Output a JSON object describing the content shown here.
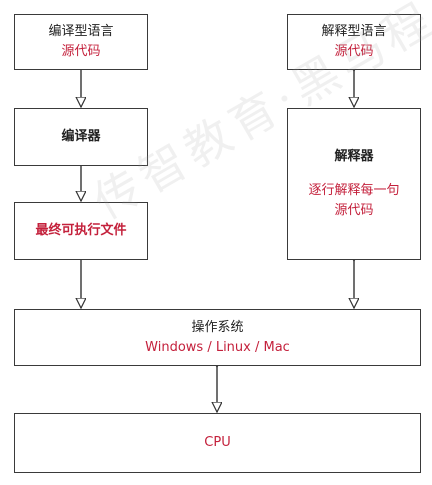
{
  "compiled_language": {
    "title": "编译型语言",
    "sub": "源代码"
  },
  "compiler": {
    "title": "编译器"
  },
  "executable": {
    "title": "最终可执行文件"
  },
  "interpreted_language": {
    "title": "解释型语言",
    "sub": "源代码"
  },
  "interpreter": {
    "title": "解释器",
    "line1": "逐行解释每一句",
    "line2": "源代码"
  },
  "operating_system": {
    "title": "操作系统",
    "platforms": "Windows / Linux / Mac"
  },
  "cpu": {
    "title": "CPU"
  },
  "watermark": {
    "text": "传智教育·黑马程"
  },
  "colors": {
    "accent": "#c4213c",
    "border": "#3a3a3a",
    "arrow": "#333333"
  }
}
